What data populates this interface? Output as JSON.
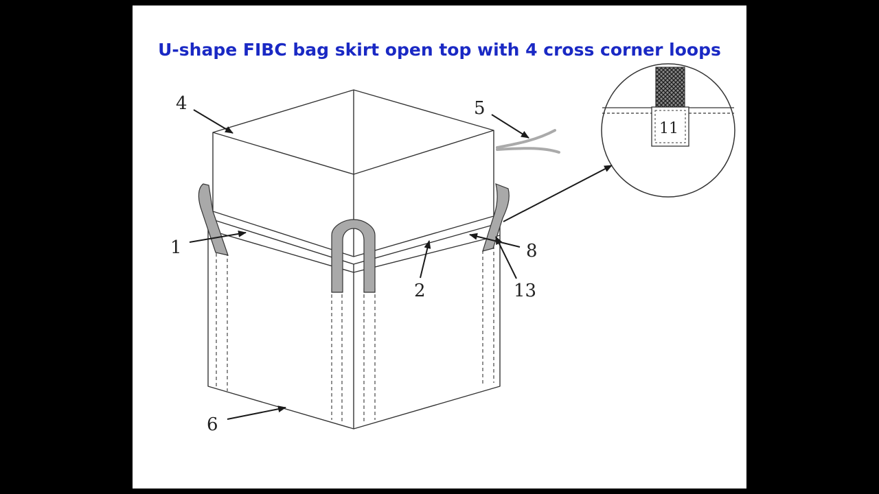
{
  "title": "U-shape FIBC bag skirt open top with 4 cross corner loops",
  "callouts": {
    "c1": "1",
    "c2": "2",
    "c4": "4",
    "c5": "5",
    "c6": "6",
    "c8": "8",
    "c13": "13",
    "c11": "11"
  },
  "colors": {
    "title": "#1a29c4",
    "loop": "#a9a9a9",
    "line": "#333333",
    "background": "#ffffff",
    "frame": "#000000"
  },
  "icons": {
    "loop_mesh": "crosshatch-pattern"
  }
}
